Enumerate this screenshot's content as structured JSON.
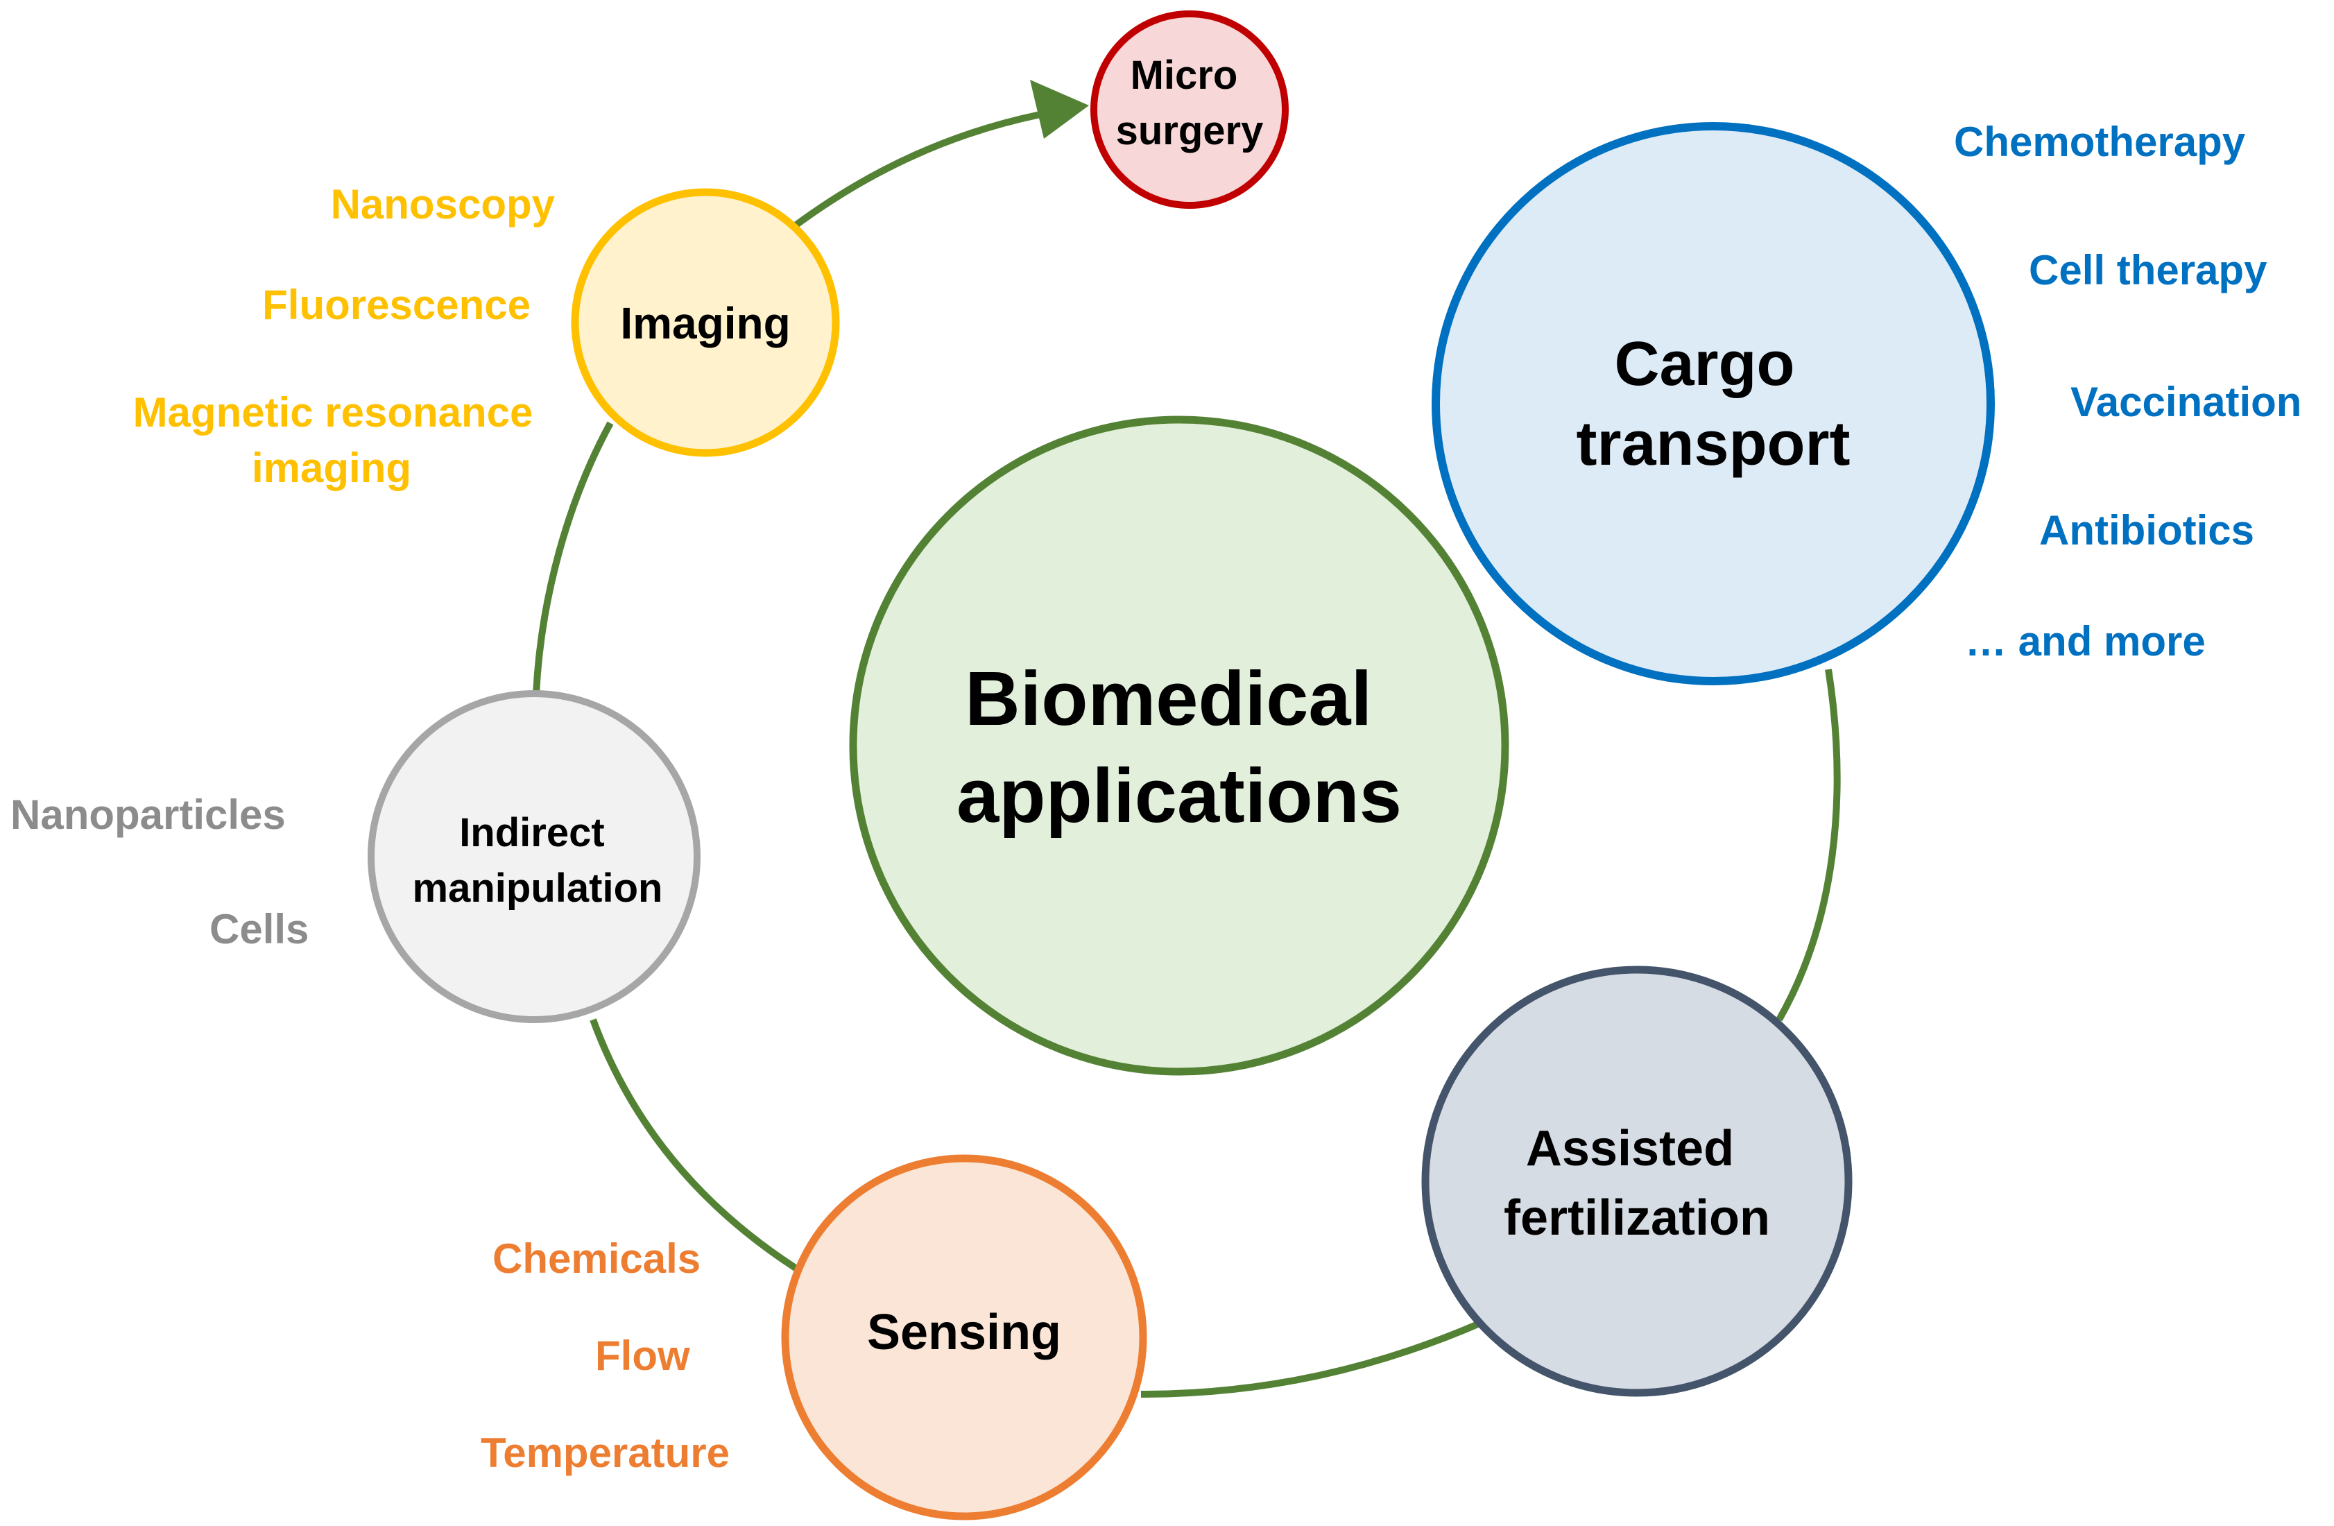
{
  "center": {
    "lines": [
      "Biomedical",
      "applications"
    ]
  },
  "nodes": {
    "microsurgery": {
      "lines": [
        "Micro",
        "surgery"
      ]
    },
    "imaging": {
      "lines": [
        "Imaging"
      ]
    },
    "cargo": {
      "lines": [
        "Cargo",
        "transport"
      ]
    },
    "indirect": {
      "lines": [
        "Indirect",
        "manipulation"
      ]
    },
    "fertilization": {
      "lines": [
        "Assisted",
        "fertilization"
      ]
    },
    "sensing": {
      "lines": [
        "Sensing"
      ]
    }
  },
  "side_labels": {
    "imaging": [
      "Nanoscopy",
      "Fluorescence",
      "Magnetic resonance",
      "imaging"
    ],
    "cargo": [
      "Chemotherapy",
      "Cell therapy",
      "Vaccination",
      "Antibiotics",
      "… and more"
    ],
    "indirect": [
      "Nanoparticles",
      "Cells"
    ],
    "sensing": [
      "Chemicals",
      "Flow",
      "Temperature"
    ]
  },
  "colors": {
    "ring": "#548235",
    "center_fill": "#e2efda",
    "micro_stroke": "#c00000",
    "micro_fill": "#f8d7d8",
    "imaging_stroke": "#ffc000",
    "imaging_fill": "#fff2cc",
    "imaging_text": "#ffc000",
    "cargo_stroke": "#0070c0",
    "cargo_fill": "#ddebf7",
    "cargo_text": "#0070c0",
    "indirect_stroke": "#a6a6a6",
    "indirect_fill": "#f2f2f2",
    "indirect_text": "#8c8c8c",
    "fert_stroke": "#44546a",
    "fert_fill": "#d6dce4",
    "sensing_stroke": "#ed7d31",
    "sensing_fill": "#fbe5d6",
    "sensing_text": "#ed7d31"
  }
}
